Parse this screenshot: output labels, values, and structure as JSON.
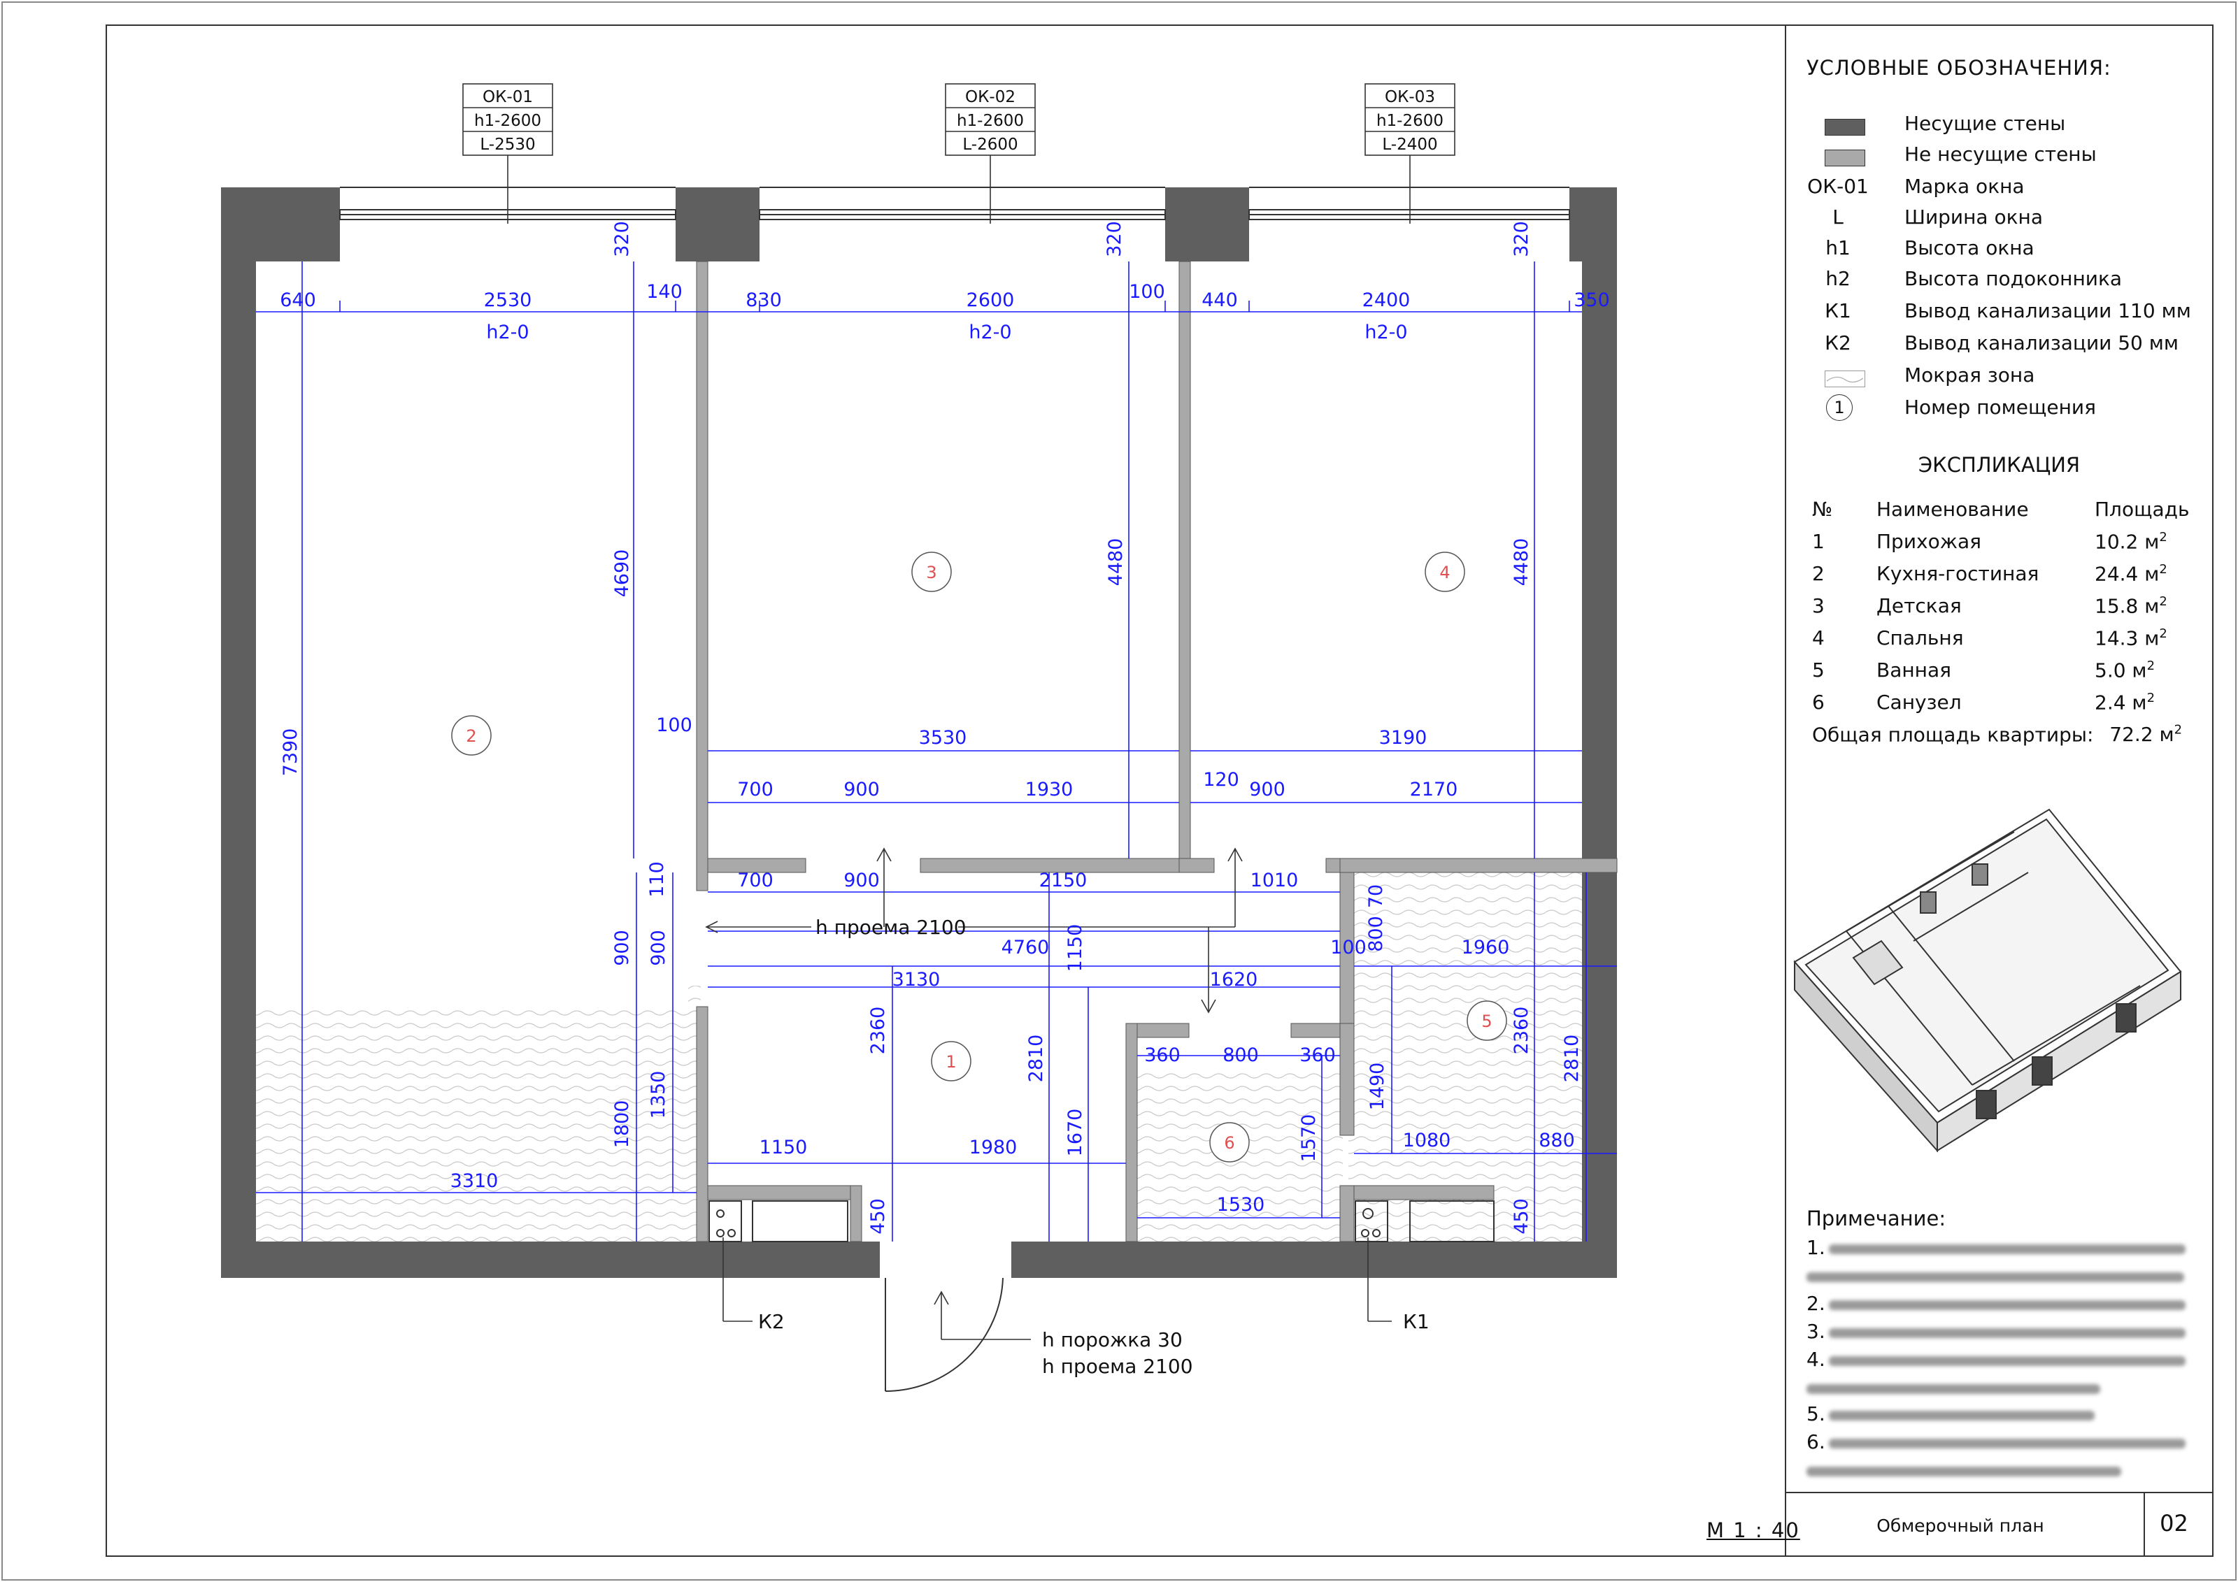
{
  "windows": [
    {
      "mark": "ОК-01",
      "h1": "h1-2600",
      "L": "L-2530"
    },
    {
      "mark": "ОК-02",
      "h1": "h1-2600",
      "L": "L-2600"
    },
    {
      "mark": "ОК-03",
      "h1": "h1-2600",
      "L": "L-2400"
    }
  ],
  "dimensions": {
    "d640": "640",
    "d2530": "2530",
    "d140": "140",
    "d830": "830",
    "d2600": "2600",
    "d100a": "100",
    "d440": "440",
    "d2400": "2400",
    "d350": "350",
    "h2a": "h2-0",
    "h2b": "h2-0",
    "h2c": "h2-0",
    "d320a": "320",
    "d320b": "320",
    "d320c": "320",
    "d7390": "7390",
    "d4690": "4690",
    "d4480a": "4480",
    "d4480b": "4480",
    "d100b": "100",
    "d3530": "3530",
    "d3190": "3190",
    "d700a": "700",
    "d900a": "900",
    "d1930": "1930",
    "d120": "120",
    "d900b": "900",
    "d2170": "2170",
    "d110": "110",
    "d700b": "700",
    "d900c": "900",
    "d2150": "2150",
    "d1010": "1010",
    "d70": "70",
    "d900d": "900",
    "d900e": "900",
    "d1150v": "1150",
    "d4760": "4760",
    "d100c": "100",
    "d800": "800",
    "d1960": "1960",
    "d3130": "3130",
    "d1620": "1620",
    "d360a": "360",
    "d800b": "800",
    "d360b": "360",
    "d2360a": "2360",
    "d2810a": "2810",
    "d1490": "1490",
    "d2360b": "2360",
    "d2810b": "2810",
    "d1800": "1800",
    "d1350": "1350",
    "d1670": "1670",
    "d1570": "1570",
    "d3310": "3310",
    "d1150": "1150",
    "d1980": "1980",
    "d1080": "1080",
    "d880": "880",
    "d1530": "1530",
    "d450a": "450",
    "d450b": "450"
  },
  "annotations": {
    "opening_mid": "h проема 2100",
    "threshold": "h порожка 30",
    "opening_door": "h проема 2100",
    "k1": "К1",
    "k2": "К2"
  },
  "rooms": [
    "1",
    "2",
    "3",
    "4",
    "5",
    "6"
  ],
  "legend": {
    "title": "УСЛОВНЫЕ ОБОЗНАЧЕНИЯ:",
    "items": [
      {
        "sym": "",
        "text": "Несущие стены",
        "swatch": "#5f5f5f"
      },
      {
        "sym": "",
        "text": "Не несущие стены",
        "swatch": "#a9a9a9"
      },
      {
        "sym": "ОК-01",
        "text": "Марка окна"
      },
      {
        "sym": "L",
        "text": "Ширина окна"
      },
      {
        "sym": "h1",
        "text": "Высота окна"
      },
      {
        "sym": "h2",
        "text": "Высота подоконника"
      },
      {
        "sym": "К1",
        "text": "Вывод канализации 110 мм"
      },
      {
        "sym": "К2",
        "text": "Вывод канализации 50 мм"
      },
      {
        "sym": "",
        "text": "Мокрая зона"
      },
      {
        "sym": "1",
        "text": "Номер помещения"
      }
    ]
  },
  "explication": {
    "title": "ЭКСПЛИКАЦИЯ",
    "headers": [
      "№",
      "Наименование",
      "Площадь"
    ],
    "rows": [
      {
        "n": "1",
        "name": "Прихожая",
        "area": "10.2 м"
      },
      {
        "n": "2",
        "name": "Кухня-гостиная",
        "area": "24.4 м"
      },
      {
        "n": "3",
        "name": "Детская",
        "area": "15.8 м"
      },
      {
        "n": "4",
        "name": "Спальня",
        "area": "14.3 м"
      },
      {
        "n": "5",
        "name": "Ванная",
        "area": "5.0 м"
      },
      {
        "n": "6",
        "name": "Санузел",
        "area": "2.4 м"
      }
    ],
    "total_label": "Общая площадь квартиры:",
    "total_value": "72.2 м",
    "sq": "2"
  },
  "notes": {
    "title": "Примечание:",
    "numbers": [
      "1.",
      "2.",
      "3.",
      "4.",
      "5.",
      "6."
    ]
  },
  "footer": {
    "scale": "М 1 : 40",
    "title": "Обмерочный план",
    "sheet": "02"
  },
  "colors": {
    "bearing_wall": "#5f5f5f",
    "partition": "#a9a9a9",
    "dimension": "#1a1aff",
    "room_marker": "#e05050"
  }
}
